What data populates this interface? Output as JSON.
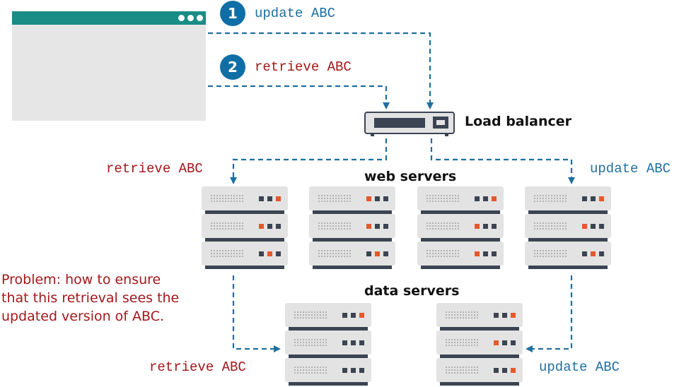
{
  "steps": [
    {
      "number": "1",
      "label": "update ABC"
    },
    {
      "number": "2",
      "label": "retrieve ABC"
    }
  ],
  "load_balancer": {
    "label": "Load balancer"
  },
  "web_servers": {
    "label": "web servers"
  },
  "data_servers": {
    "label": "data servers"
  },
  "arrow_labels": {
    "retrieve_web": "retrieve ABC",
    "update_web": "update ABC",
    "retrieve_data": "retrieve ABC",
    "update_data": "update ABC"
  },
  "problem": {
    "lines": [
      "Problem: how to ensure",
      "that this retrieval sees the",
      "updated version of ABC."
    ]
  },
  "colors": {
    "update": "#1f6f9f",
    "retrieve": "#a3171b",
    "badge": "#0f6ea6",
    "window_bar": "#1a8c86",
    "led_orange": "#e8572a",
    "led_dark": "#3b4452"
  }
}
